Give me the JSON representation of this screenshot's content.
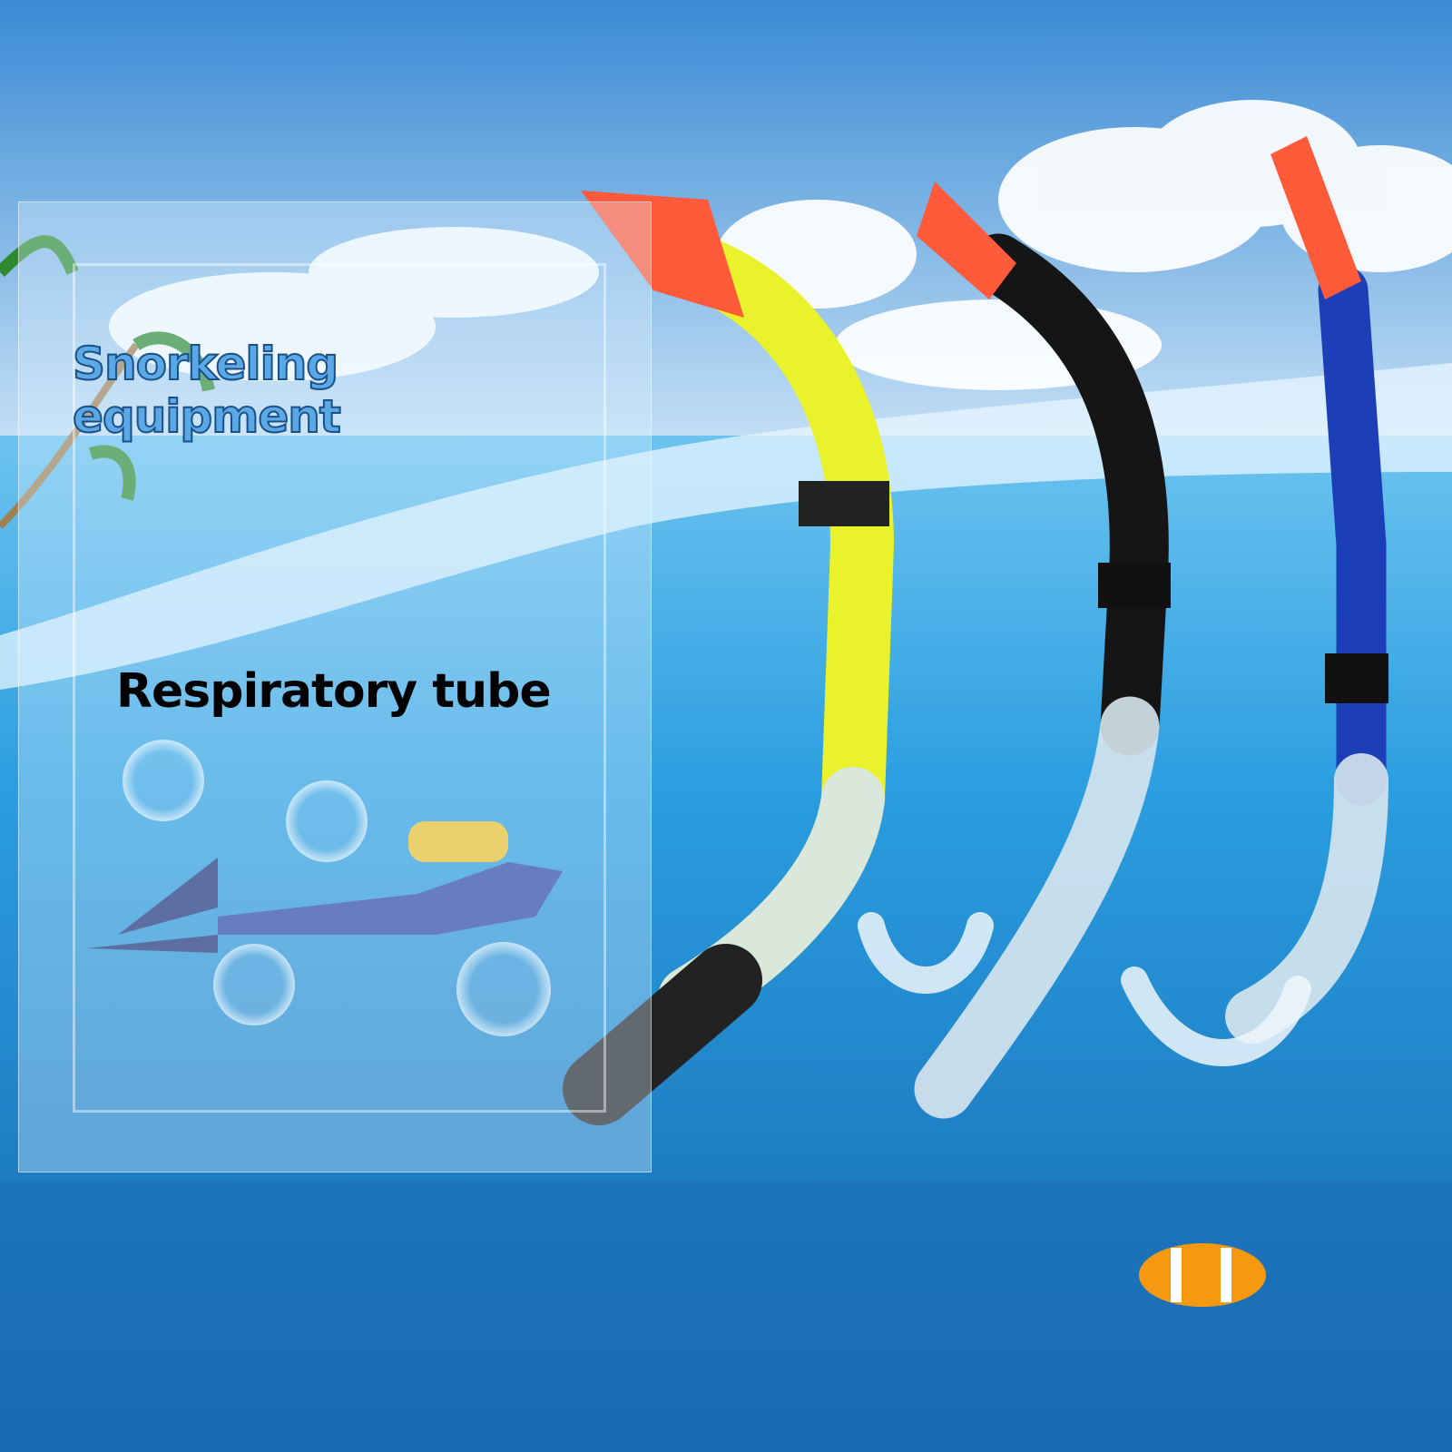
{
  "headline": "Snorkeling equipment",
  "subheadline": "Respiratory tube",
  "colors": {
    "sky_top": "#3f8fd6",
    "sky_bottom": "#cfe6f7",
    "sea_top": "#2a9ee0",
    "sea_bottom": "#1668b0",
    "snorkel_top": "#ff5a3a"
  },
  "products": [
    {
      "name": "yellow-snorkel",
      "tube_color": "#e9f22a"
    },
    {
      "name": "black-snorkel",
      "tube_color": "#151515"
    },
    {
      "name": "blue-snorkel",
      "tube_color": "#1c3fb8"
    }
  ]
}
